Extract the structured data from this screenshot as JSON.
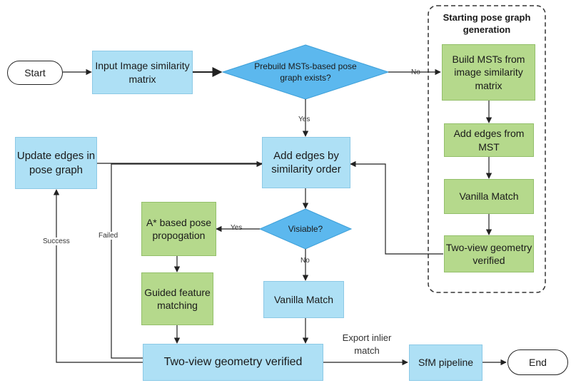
{
  "nodes": {
    "start": "Start",
    "end": "End",
    "input": "Input Image similarity matrix",
    "decision_prebuild": "Prebuild MSTs-based pose graph exists?",
    "add_edges_similarity": "Add edges by similarity order",
    "update_edges": "Update edges in pose graph",
    "decision_visible": "Visiable?",
    "astar": "A* based pose propogation",
    "guided": "Guided feature matching",
    "vanilla_main": "Vanilla Match",
    "two_view_main": "Two-view geometry verified",
    "sfm": "SfM pipeline",
    "build_msts": "Build MSTs from image similarity matrix",
    "add_edges_mst": "Add edges from MST",
    "vanilla_side": "Vanilla Match",
    "two_view_side": "Two-view geometry verified"
  },
  "group": {
    "title": "Starting pose graph generation"
  },
  "edge_labels": {
    "no_top": "No",
    "yes_top": "Yes",
    "yes_visible": "Yes",
    "no_visible": "No",
    "success": "Success",
    "failed": "Failed",
    "export": "Export inlier match"
  }
}
